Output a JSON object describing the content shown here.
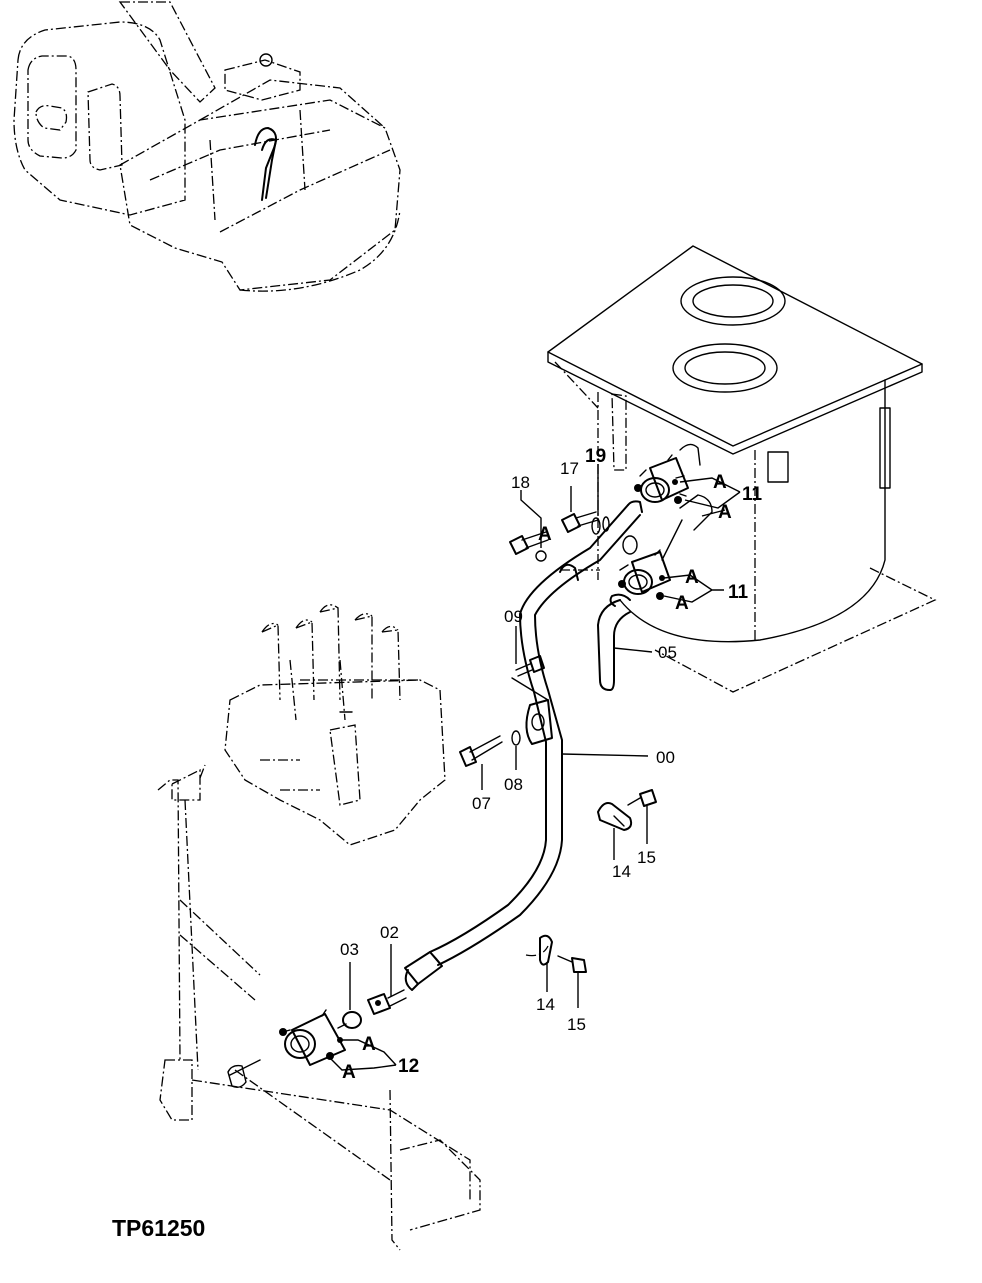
{
  "figure_id": "TP61250",
  "callouts": {
    "c00": "00",
    "c02": "02",
    "c03": "03",
    "c05": "05",
    "c07": "07",
    "c08": "08",
    "c09": "09",
    "c11a": "11",
    "c11b": "11",
    "c12": "12",
    "c14a": "14",
    "c14b": "14",
    "c15a": "15",
    "c15b": "15",
    "c17": "17",
    "c18": "18",
    "c19": "19",
    "a1": "A",
    "a2": "A",
    "a3": "A",
    "a4": "A",
    "a5": "A",
    "a6": "A",
    "a7": "A"
  }
}
